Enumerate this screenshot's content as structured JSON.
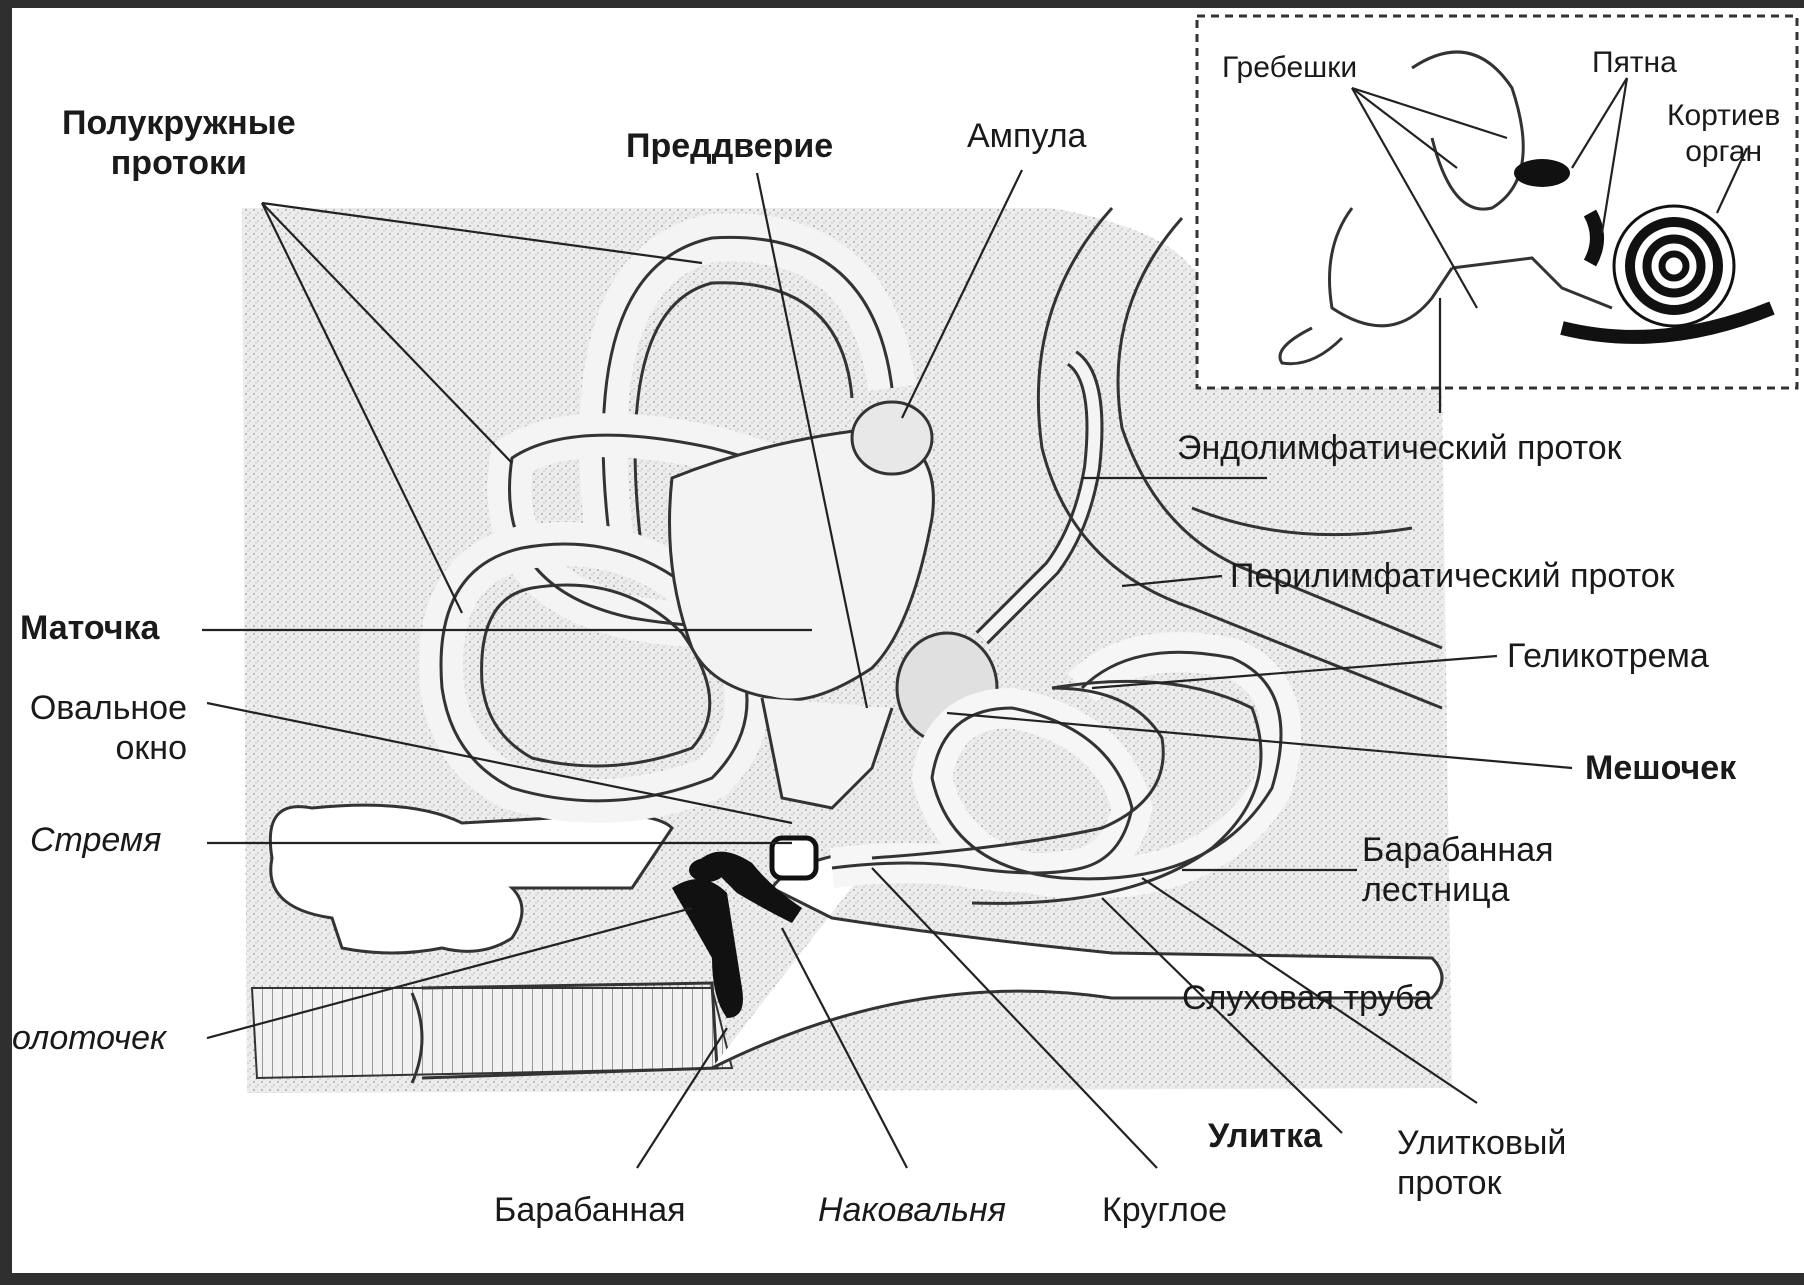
{
  "labels": {
    "semicircular": [
      "Полукружные",
      "протоки"
    ],
    "vestibule": "Преддверие",
    "ampulla": "Ампула",
    "utricle": "Маточка",
    "oval_window": [
      "Овальное",
      "окно"
    ],
    "stapes": "Стремя",
    "malleus_partial": "олоточек",
    "tympanic": "Барабанная",
    "incus": "Наковальня",
    "round": "Круглое",
    "cochlea": "Улитка",
    "cochlear_duct": [
      "Улитковый",
      "проток"
    ],
    "auditory_tube": "Слуховая труба",
    "scala_tympani": [
      "Барабанная",
      "лестница"
    ],
    "saccule": "Мешочек",
    "helicotrema": "Геликотрема",
    "perilymphatic_duct": "Перилимфатический проток",
    "endolymphatic_duct": "Эндолимфатический проток"
  },
  "inset": {
    "cristae": "Гребешки",
    "maculae": "Пятна",
    "corti": [
      "Кортиев",
      "орган"
    ]
  }
}
